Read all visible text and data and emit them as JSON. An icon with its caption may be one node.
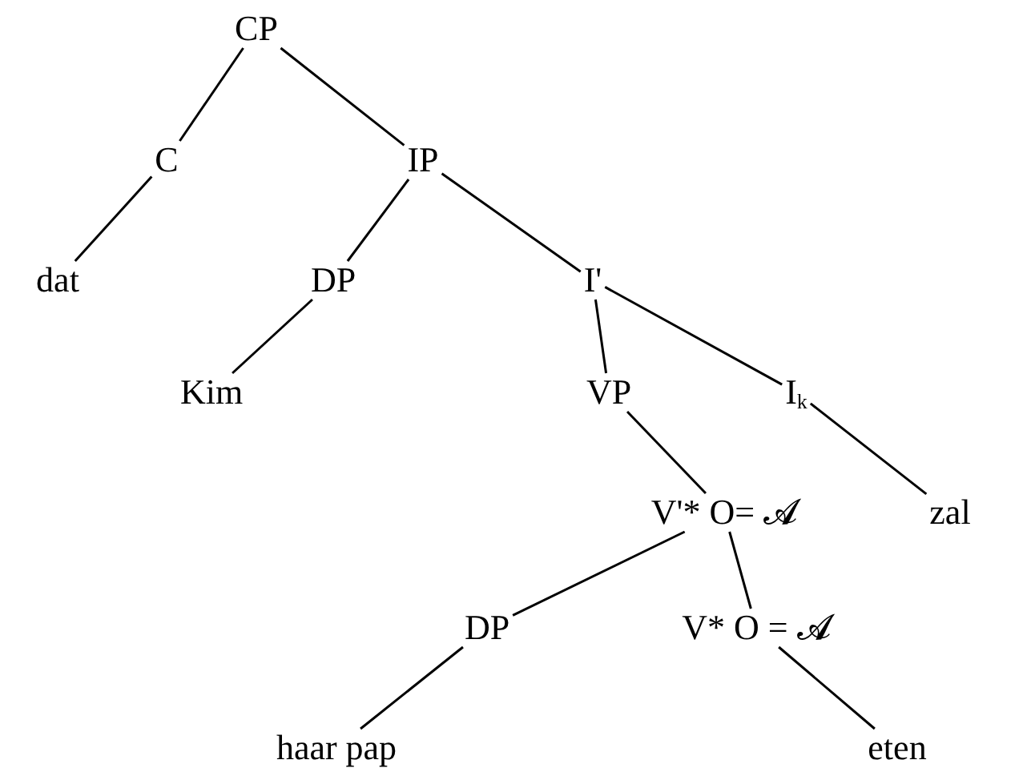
{
  "diagram": {
    "nodes": [
      {
        "text": [
          "CP"
        ]
      },
      {
        "text": [
          "C"
        ]
      },
      {
        "text": [
          "IP"
        ]
      },
      {
        "text": [
          "dat"
        ]
      },
      {
        "text": [
          "DP"
        ]
      },
      {
        "text": [
          "I'"
        ]
      },
      {
        "text": [
          "Kim"
        ]
      },
      {
        "text": [
          "VP"
        ]
      },
      {
        "text": [
          "I$_{k}$"
        ]
      },
      {
        "text": [
          "V'* O= 𝓐"
        ]
      },
      {
        "text": [
          "zal"
        ]
      },
      {
        "text": [
          "DP"
        ]
      },
      {
        "text": [
          "V* O = 𝓐"
        ]
      },
      {
        "text": [
          "haar pap"
        ]
      },
      {
        "text": [
          "eten"
        ]
      }
    ],
    "edges": [
      {
        "from": 0,
        "to": 1,
        "arrow": "none"
      },
      {
        "from": 0,
        "to": 2,
        "arrow": "none"
      },
      {
        "from": 1,
        "to": 3,
        "arrow": "none"
      },
      {
        "from": 2,
        "to": 4,
        "arrow": "none"
      },
      {
        "from": 2,
        "to": 5,
        "arrow": "none"
      },
      {
        "from": 4,
        "to": 6,
        "arrow": "none"
      },
      {
        "from": 5,
        "to": 7,
        "arrow": "none"
      },
      {
        "from": 5,
        "to": 8,
        "arrow": "none"
      },
      {
        "from": 7,
        "to": 9,
        "arrow": "none"
      },
      {
        "from": 8,
        "to": 10,
        "arrow": "none"
      },
      {
        "from": 9,
        "to": 11,
        "arrow": "none"
      },
      {
        "from": 9,
        "to": 12,
        "arrow": "none"
      },
      {
        "from": 11,
        "to": 13,
        "arrow": "none"
      },
      {
        "from": 12,
        "to": 14,
        "arrow": "none"
      }
    ]
  }
}
